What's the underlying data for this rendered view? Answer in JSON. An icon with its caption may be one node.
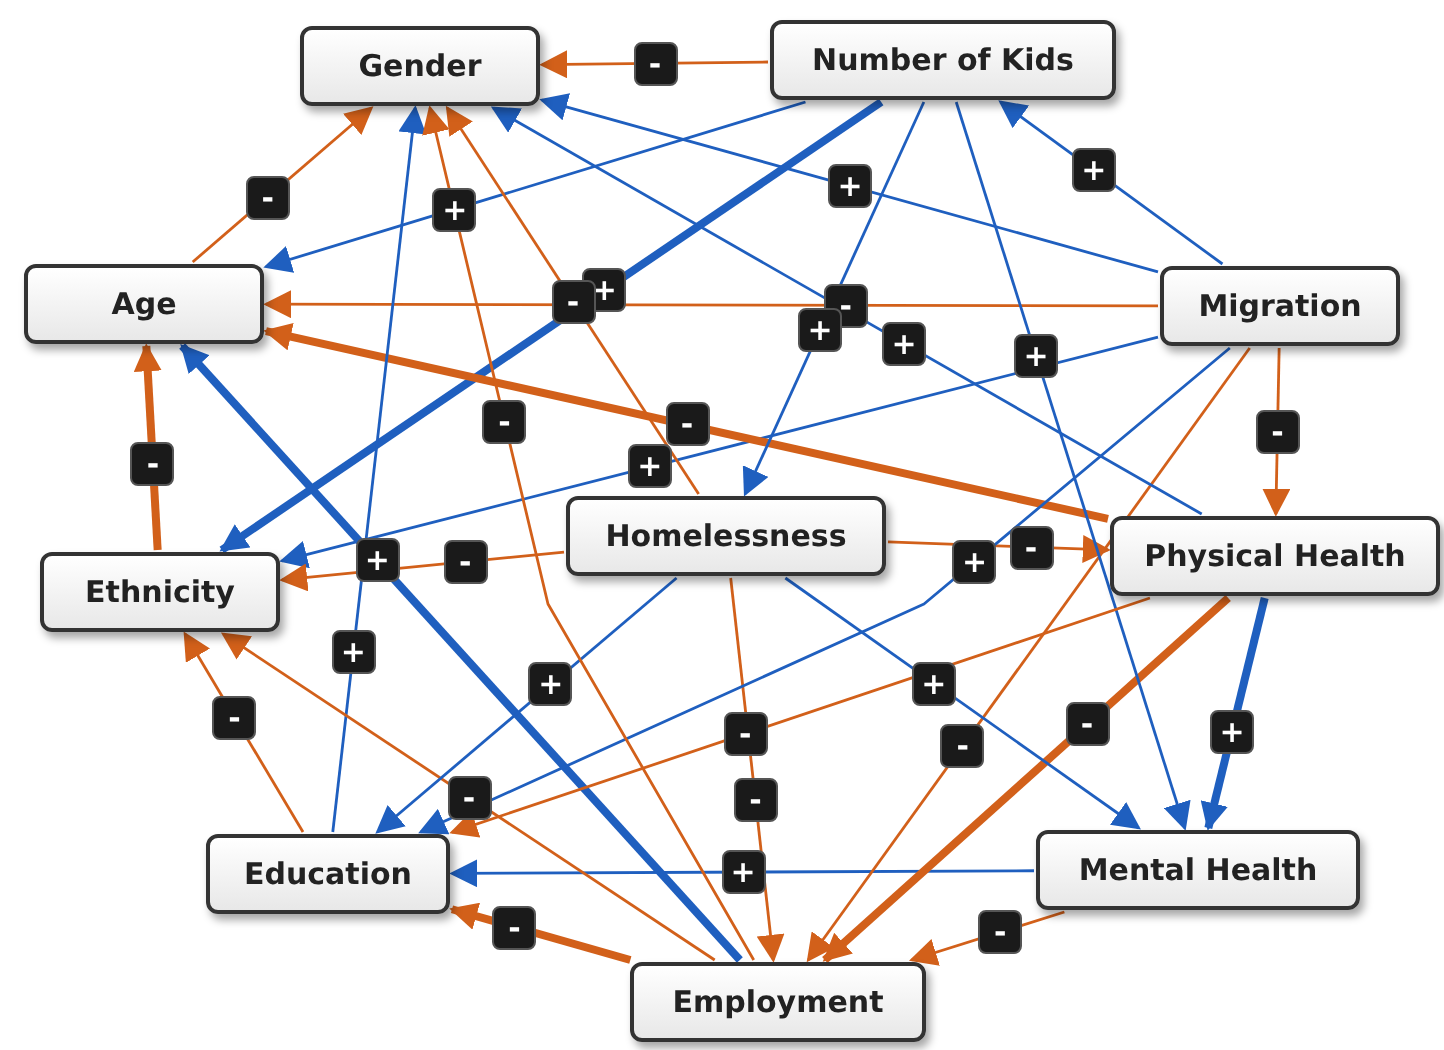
{
  "diagram": {
    "nodes": [
      {
        "text": [
          "Gender"
        ]
      },
      {
        "text": [
          "Number of Kids"
        ]
      },
      {
        "text": [
          "Age"
        ]
      },
      {
        "text": [
          "Migration"
        ]
      },
      {
        "text": [
          "Homelessness"
        ]
      },
      {
        "text": [
          "Ethnicity"
        ]
      },
      {
        "text": [
          "Physical Health"
        ]
      },
      {
        "text": [
          "Education"
        ]
      },
      {
        "text": [
          "Mental Health"
        ]
      },
      {
        "text": [
          "Employment"
        ]
      }
    ],
    "edges": [
      {
        "from": 1,
        "to": 0,
        "arrow": "to",
        "label": "-",
        "color": "#d2601a"
      },
      {
        "from": 2,
        "to": 0,
        "arrow": "to",
        "label": "-",
        "color": "#d2601a"
      },
      {
        "from": 3,
        "to": 1,
        "arrow": "to",
        "label": "+",
        "color": "#1f5fbf"
      },
      {
        "from": 3,
        "to": 2,
        "arrow": "to",
        "label": "-",
        "color": "#d2601a"
      },
      {
        "from": 1,
        "to": 2,
        "arrow": "to",
        "label": "+",
        "color": "#1f5fbf"
      },
      {
        "from": 3,
        "to": 0,
        "arrow": "to",
        "label": "+",
        "color": "#1f5fbf"
      },
      {
        "from": 1,
        "to": 5,
        "arrow": "to",
        "label": "+",
        "style": "thick",
        "color": "#1f5fbf"
      },
      {
        "from": 3,
        "to": 5,
        "arrow": "to",
        "label": "+",
        "color": "#1f5fbf"
      },
      {
        "from": 4,
        "to": 5,
        "arrow": "to",
        "label": "-",
        "color": "#d2601a"
      },
      {
        "from": 4,
        "to": 6,
        "arrow": "to",
        "label": "-",
        "color": "#d2601a"
      },
      {
        "from": 6,
        "to": 2,
        "arrow": "to",
        "label": "-",
        "color": "#d2601a",
        "style": "thick"
      },
      {
        "from": 5,
        "to": 2,
        "arrow": "to",
        "label": "-",
        "color": "#d2601a",
        "style": "thick"
      },
      {
        "from": 7,
        "to": 5,
        "arrow": "to",
        "label": "-",
        "color": "#d2601a"
      },
      {
        "from": 7,
        "to": 0,
        "arrow": "to",
        "label": "+",
        "color": "#1f5fbf"
      },
      {
        "from": 9,
        "to": 7,
        "arrow": "to",
        "label": "-",
        "color": "#d2601a",
        "style": "thick"
      },
      {
        "from": 8,
        "to": 7,
        "arrow": "to",
        "label": "+",
        "color": "#1f5fbf"
      },
      {
        "from": 8,
        "to": 9,
        "arrow": "to",
        "label": "-",
        "color": "#d2601a"
      },
      {
        "from": 6,
        "to": 8,
        "arrow": "to",
        "label": "+",
        "style": "thick",
        "color": "#1f5fbf"
      },
      {
        "from": 6,
        "to": 9,
        "arrow": "to",
        "label": "-",
        "color": "#d2601a",
        "style": "thick"
      },
      {
        "from": 3,
        "to": 9,
        "arrow": "to",
        "label": "-",
        "color": "#d2601a"
      },
      {
        "from": 3,
        "to": 6,
        "arrow": "to",
        "label": "-",
        "color": "#d2601a"
      },
      {
        "from": 4,
        "to": 8,
        "arrow": "to",
        "label": "+",
        "color": "#1f5fbf"
      },
      {
        "from": 4,
        "to": 9,
        "arrow": "to",
        "label": "-",
        "color": "#d2601a"
      },
      {
        "from": 1,
        "to": 8,
        "arrow": "to",
        "label": "+",
        "color": "#1f5fbf"
      },
      {
        "from": 9,
        "to": 2,
        "arrow": "to",
        "label": "+",
        "style": "thick",
        "color": "#1f5fbf"
      },
      {
        "from": 9,
        "to": 5,
        "arrow": "to",
        "label": "-",
        "color": "#d2601a"
      },
      {
        "from": 4,
        "to": 7,
        "arrow": "to",
        "label": "+",
        "color": "#1f5fbf"
      },
      {
        "from": 6,
        "to": 7,
        "arrow": "to",
        "label": "-",
        "color": "#d2601a"
      },
      {
        "from": 3,
        "to": 7,
        "arrow": "to",
        "label": "+",
        "color": "#1f5fbf"
      },
      {
        "from": 9,
        "to": 0,
        "arrow": "to",
        "label": "-",
        "color": "#d2601a"
      },
      {
        "from": 4,
        "to": 0,
        "arrow": "to",
        "label": "-",
        "color": "#d2601a"
      },
      {
        "from": 6,
        "to": 0,
        "arrow": "to",
        "label": "+",
        "color": "#1f5fbf"
      },
      {
        "from": 1,
        "to": 4,
        "arrow": "to",
        "label": "+",
        "color": "#1f5fbf"
      }
    ]
  }
}
